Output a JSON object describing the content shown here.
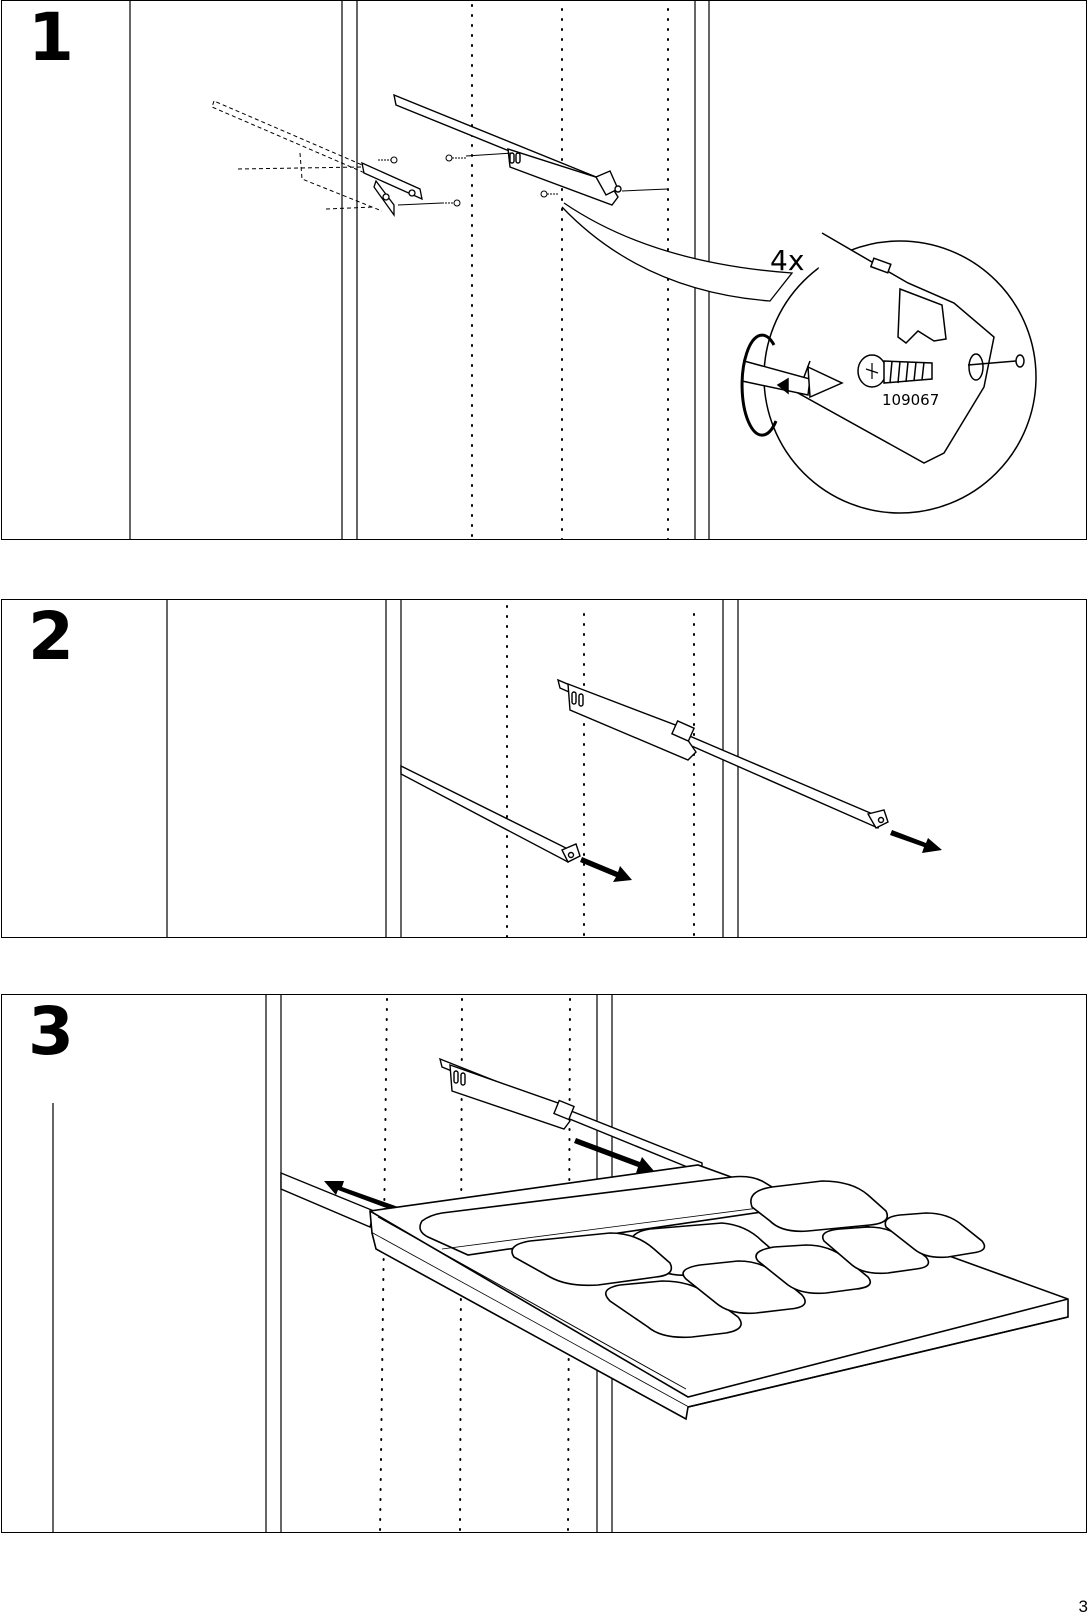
{
  "steps": [
    {
      "number": "1"
    },
    {
      "number": "2"
    },
    {
      "number": "3"
    }
  ],
  "callout": {
    "quantity": "4x",
    "part_number": "109067"
  },
  "page_number": "3"
}
